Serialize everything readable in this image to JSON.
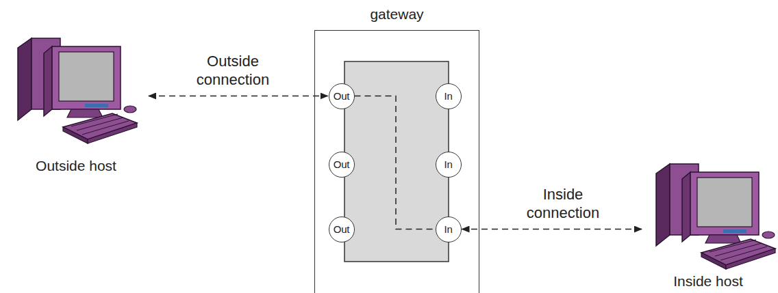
{
  "diagram": {
    "nodes": [
      {
        "text": [
          "gateway"
        ]
      },
      {
        "text": [
          "Out"
        ],
        "in": 0
      },
      {
        "text": [
          "In"
        ],
        "in": 0
      },
      {
        "text": [
          "Out"
        ],
        "in": 0
      },
      {
        "text": [
          "In"
        ],
        "in": 0
      },
      {
        "text": [
          "Out"
        ],
        "in": 0
      },
      {
        "text": [
          "In"
        ],
        "in": 0
      },
      {
        "text": [
          "Outside host"
        ]
      },
      {
        "text": [
          "Inside host"
        ]
      }
    ],
    "edges": [
      {
        "from": 7,
        "to": 1,
        "label": "Outside connection",
        "arrow": "both"
      },
      {
        "from": 8,
        "to": 6,
        "label": "Inside connection",
        "arrow": "both"
      },
      {
        "from": 1,
        "to": 6,
        "arrow": "none"
      }
    ]
  }
}
